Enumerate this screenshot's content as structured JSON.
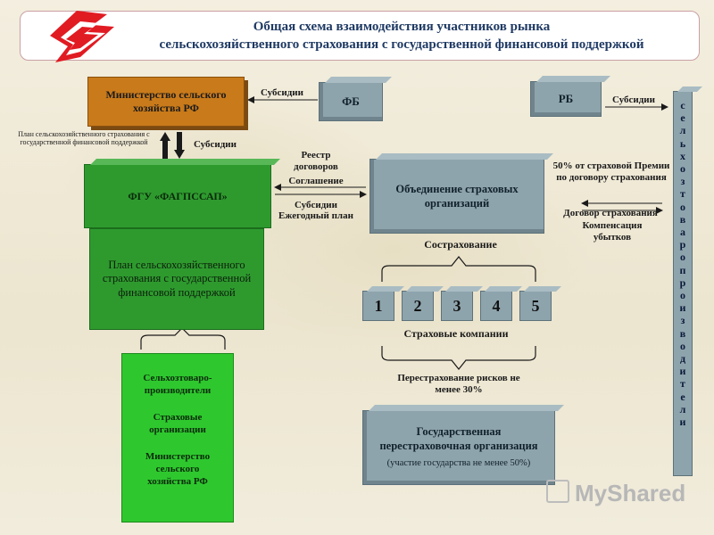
{
  "title": {
    "line1": "Общая схема взаимодействия участников рынка",
    "line2": "сельскохозяйственного  страхования с государственной финансовой поддержкой"
  },
  "nodes": {
    "ministry": "Министерство сельского хозяйства РФ",
    "fb": "ФБ",
    "rb": "РБ",
    "fgu": "ФГУ «ФАГПССАП»",
    "union": "Объединение страховых организаций",
    "plan_box": "План сельскохозяйственного страхования с государственной финансовой поддержкой",
    "reinsurance_org": {
      "title": "Государственная перестраховочная организация",
      "note": "(участие государства не менее 50%)"
    },
    "participants": {
      "item1": "Сельхозтоваро-производители",
      "item2": "Страховые организации",
      "item3": "Министерство сельского хозяйства РФ"
    },
    "producers_vertical": "сельхозтоваропроизводители"
  },
  "labels": {
    "subsidies_fb": "Субсидии",
    "subsidies_rb": "Субсидии",
    "subsidies_down": "Субсидии",
    "plan_small": "План сельскохозяйственного страхования с государственной финансовой поддержкой",
    "registry": "Реестр договоров",
    "agreement": "Соглашение",
    "subsidies_mid": "Субсидии",
    "annual_plan": "Ежегодный план",
    "premium": "50% от страховой Премии по договору страхования",
    "contract": "Договор страхования",
    "compensation": "Компенсация убытков",
    "coinsurance": "Сострахование",
    "companies": "Страховые компании",
    "reinsurance": "Перестрахование рисков не менее 30%"
  },
  "companies": [
    "1",
    "2",
    "3",
    "4",
    "5"
  ],
  "watermark": "MyShared",
  "colors": {
    "orange": "#c97a1a",
    "grey": "#8ea4ad",
    "green": "#2e9a2e",
    "bright_green": "#2ec82e",
    "title": "#1f3a64"
  }
}
